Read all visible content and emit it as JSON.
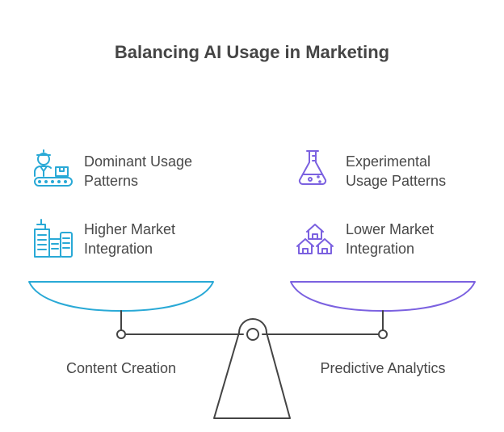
{
  "title": "Balancing AI Usage in Marketing",
  "left": {
    "items": [
      {
        "text": "Dominant Usage Patterns",
        "icon": "worker-conveyor-icon",
        "line1": "Dominant Usage",
        "line2": "Patterns"
      },
      {
        "text": "Higher Market Integration",
        "icon": "buildings-icon",
        "line1": "Higher Market",
        "line2": "Integration"
      }
    ],
    "label": "Content Creation",
    "color": "#29a9d6"
  },
  "right": {
    "items": [
      {
        "text": "Experimental Usage Patterns",
        "icon": "flask-icon",
        "line1": "Experimental",
        "line2": "Usage Patterns"
      },
      {
        "text": "Lower Market Integration",
        "icon": "houses-icon",
        "line1": "Lower Market",
        "line2": "Integration"
      }
    ],
    "label": "Predictive Analytics",
    "color": "#7b61e0"
  }
}
